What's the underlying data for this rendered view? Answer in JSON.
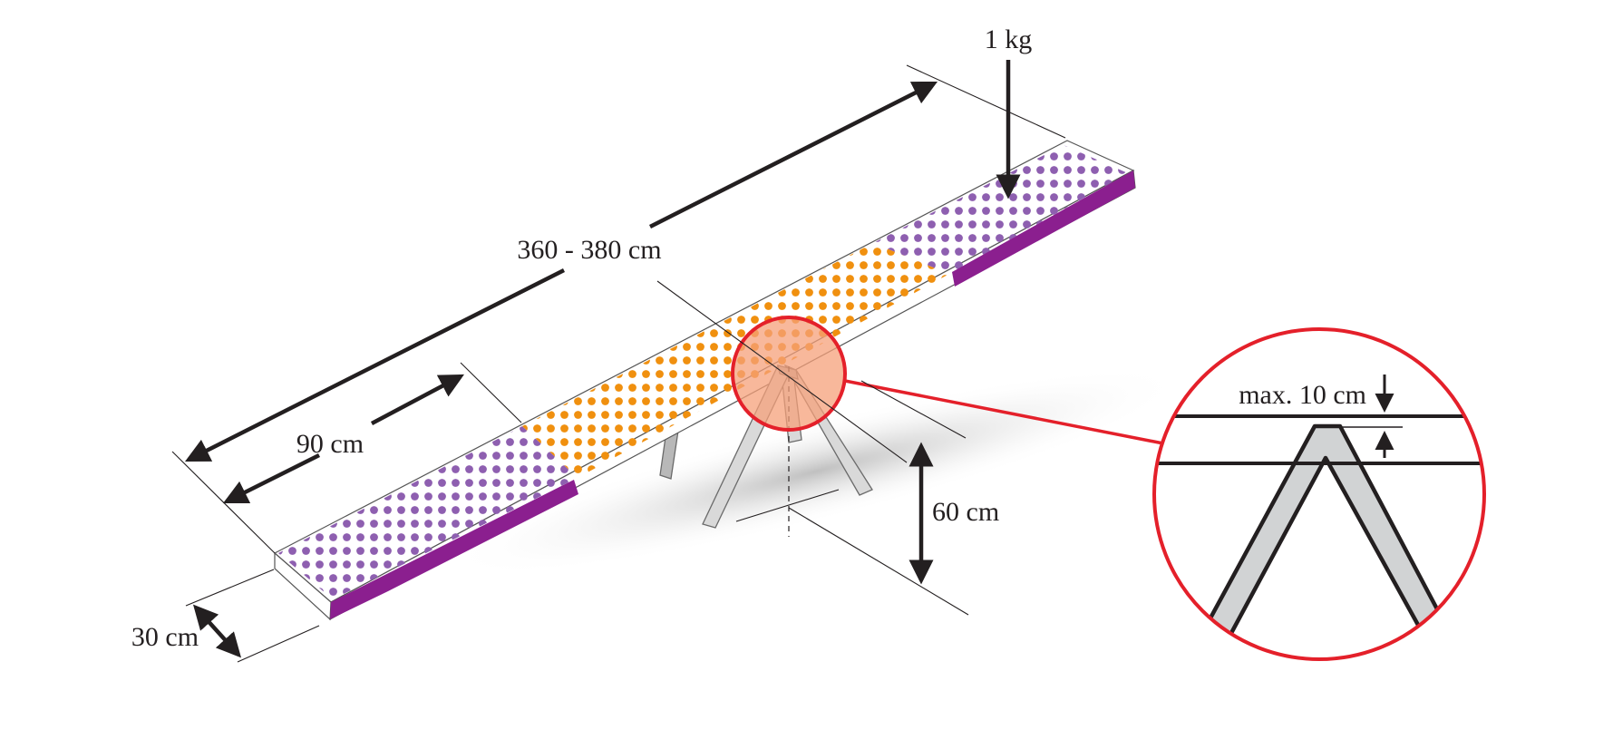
{
  "labels": {
    "weight": "1 kg",
    "length": "360 - 380 cm",
    "contact_zone": "90 cm",
    "width": "30 cm",
    "height": "60 cm",
    "max_gap": "max. 10 cm"
  },
  "colors": {
    "contact_zone": "#8e5fb0",
    "contact_side": "#8b1f8f",
    "center_zone": "#f0900f",
    "board_top": "#ffffff",
    "magnifier": "#e4202a",
    "magnifier_fill": "#f5a07a",
    "leg": "#d9d9d9",
    "text": "#231f20"
  }
}
